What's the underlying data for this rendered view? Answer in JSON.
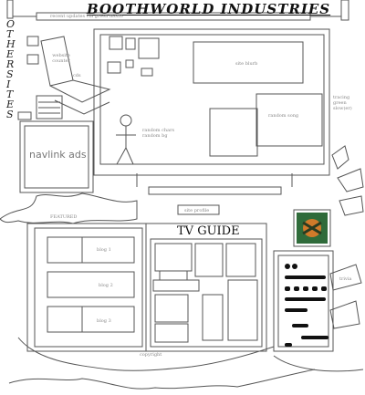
{
  "header": {
    "title": "BOOTHWORLD INDUSTRIES",
    "tagline": "recent updates via green motto"
  },
  "sidebar": {
    "letters": [
      "O",
      "T",
      "H",
      "E",
      "R",
      "",
      "S",
      "I",
      "T",
      "E",
      "S"
    ],
    "website_counter": "website counter",
    "cds": "cds"
  },
  "monitor": {
    "site_blurb": "site blurb",
    "random_song": "random song",
    "random_characters": "random chars random bg",
    "tracing_green_slow": "tracing green slow(er)"
  },
  "navlink_ads": "navlink ads",
  "site_profile": "site profile",
  "featured": "FEATURED",
  "blogs": [
    "blog 1",
    "blog 2",
    "blog 3"
  ],
  "tv_guide": "TV GUIDE",
  "trivia": "trivia",
  "copyright": "copyright"
}
